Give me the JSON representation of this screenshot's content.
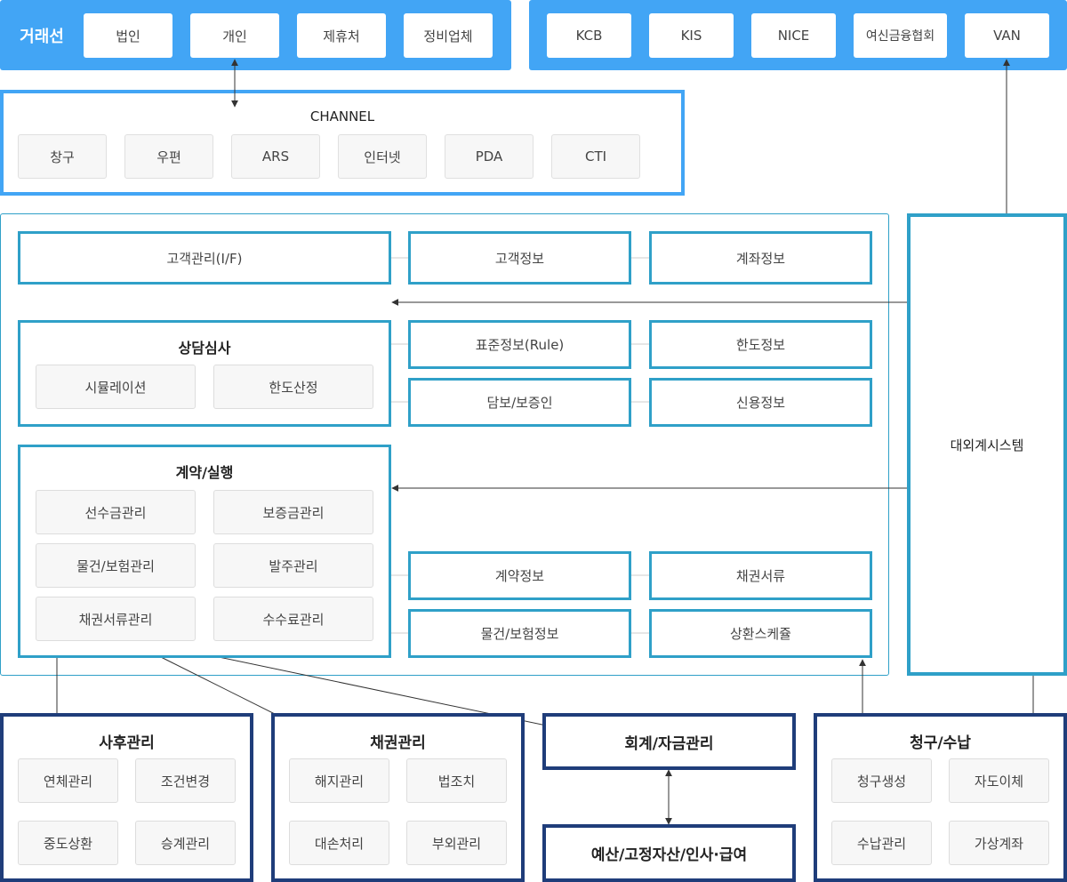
{
  "top_left": {
    "title": "거래선",
    "items": [
      "법인",
      "개인",
      "제휴처",
      "정비업체"
    ]
  },
  "top_right": {
    "items": [
      "KCB",
      "KIS",
      "NICE",
      "여신금융협회",
      "VAN"
    ]
  },
  "channel": {
    "title": "CHANNEL",
    "items": [
      "창구",
      "우편",
      "ARS",
      "인터넷",
      "PDA",
      "CTI"
    ]
  },
  "core": {
    "customer_if": "고객관리(I/F)",
    "customer_info": "고객정보",
    "account_info": "계좌정보",
    "consult": {
      "title": "상담심사",
      "items": [
        "시뮬레이션",
        "한도산정"
      ]
    },
    "standard_info": "표준정보(Rule)",
    "limit_info": "한도정보",
    "collateral": "담보/보증인",
    "credit_info": "신용정보",
    "contract": {
      "title": "계약/실행",
      "items": [
        "선수금관리",
        "보증금관리",
        "물건/보험관리",
        "발주관리",
        "채권서류관리",
        "수수료관리"
      ]
    },
    "contract_info": "계약정보",
    "bond_docs": "채권서류",
    "property_info": "물건/보험정보",
    "repay_schedule": "상환스케쥴"
  },
  "external": {
    "title": "대외계시스템"
  },
  "bottom": {
    "after": {
      "title": "사후관리",
      "items": [
        "연체관리",
        "조건변경",
        "중도상환",
        "승계관리"
      ]
    },
    "bond": {
      "title": "채권관리",
      "items": [
        "해지관리",
        "법조치",
        "대손처리",
        "부외관리"
      ]
    },
    "accounting": {
      "title": "회계/자금관리"
    },
    "budget": {
      "title": "예산/고정자산/인사·급여"
    },
    "billing": {
      "title": "청구/수납",
      "items": [
        "청구생성",
        "자도이체",
        "수납관리",
        "가상계좌"
      ]
    }
  },
  "colors": {
    "bar": "#42a5f5",
    "teal": "#2fa0c8",
    "navy": "#1f3d7a"
  }
}
